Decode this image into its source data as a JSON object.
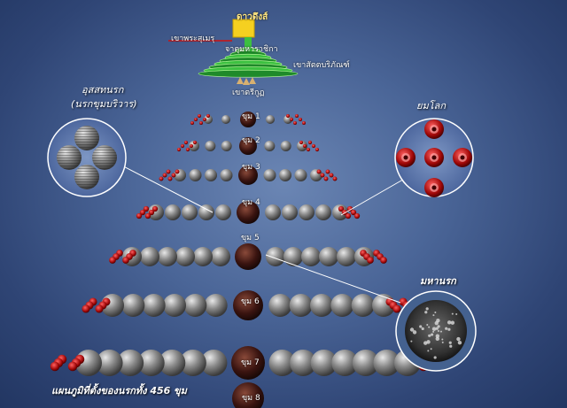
{
  "mountain": {
    "top_label": "ดาวดึงส์",
    "left_label": "เขาพระสุเมรุ",
    "center_label": "จาตุมหาราชิกา",
    "right_label": "เขาสัตตบริภัณฑ์",
    "base_label": "เขาตรีกูฏ"
  },
  "levels": [
    "ขุม 1",
    "ขุม 2",
    "ขุม 3",
    "ขุม 4",
    "ขุม 5",
    "ขุม 6",
    "ขุม 7",
    "ขุม 8"
  ],
  "insets": {
    "left": {
      "title": "อุสสทนรก",
      "subtitle": "(นรกขุมบริวาร)"
    },
    "right": {
      "title": "ยมโลก"
    },
    "bottom": {
      "title": "มหานรก"
    }
  },
  "caption": "แผนภูมิที่ตั้งของนรกทั้ง 456 ขุม",
  "colors": {
    "accent_red": "#b01010",
    "gold": "#f5d020",
    "green": "#2aa030"
  }
}
